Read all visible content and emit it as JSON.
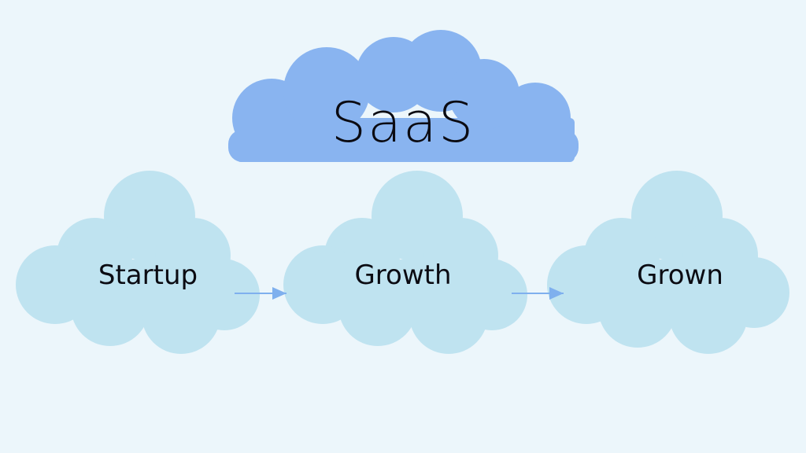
{
  "diagram": {
    "title": "SaaS",
    "stages": [
      {
        "label": "Startup"
      },
      {
        "label": "Growth"
      },
      {
        "label": "Grown"
      }
    ],
    "colors": {
      "background": "#ecf6fb",
      "title_cloud": "#89b4f0",
      "stage_cloud": "#bfe3f0",
      "arrow": "#7fb0ee",
      "text": "#0b0b12"
    }
  }
}
